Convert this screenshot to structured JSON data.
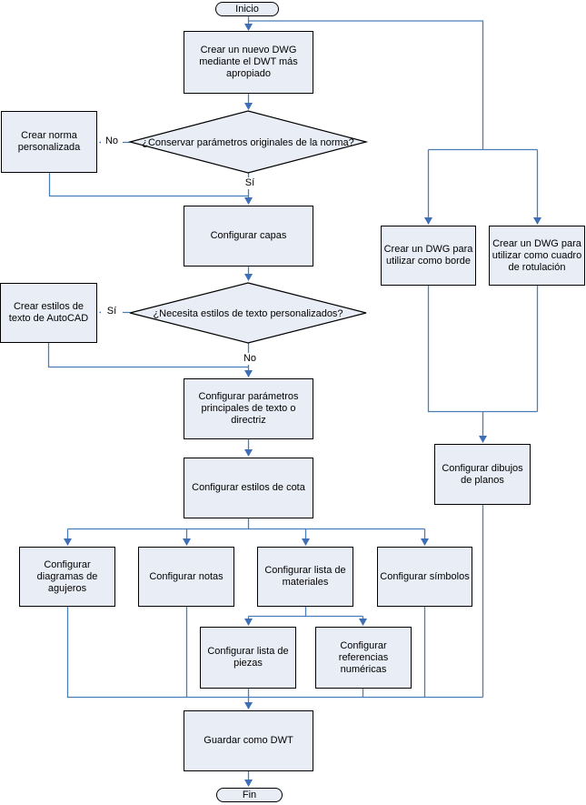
{
  "colors": {
    "node_fill": "#E9EDF6",
    "node_border": "#000000",
    "edge": "#4A7EBB",
    "edge_arrow": "#3D6EB6",
    "background": "#FFFFFF"
  },
  "flowchart": {
    "start": "Inicio",
    "end": "Fin",
    "nodes": {
      "create_dwg": "Crear un nuevo DWG mediante el DWT más apropiado",
      "crear_norma": "Crear norma personalizada",
      "capas": "Configurar capas",
      "crear_estilos": "Crear estilos de texto de AutoCAD",
      "parametros": "Configurar parámetros principales de texto o directriz",
      "cota": "Configurar estilos de cota",
      "diagramas": "Configurar diagramas de agujeros",
      "notas": "Configurar notas",
      "materiales": "Configurar lista de materiales",
      "simbolos": "Configurar símbolos",
      "piezas": "Configurar lista de piezas",
      "referencias": "Configurar referencias numéricas",
      "guardar": "Guardar como DWT",
      "borde": "Crear un DWG para utilizar como borde",
      "rotulacion": "Crear un DWG para utilizar como cuadro de rotulación",
      "dibujos": "Configurar dibujos de planos"
    },
    "decisions": {
      "conservar": "¿Conservar parámetros originales de la norma?",
      "necesita": "¿Necesita estilos de texto personalizados?"
    },
    "edge_labels": {
      "no_conservar": "No",
      "si_conservar": "Sí",
      "si_necesita": "Sí",
      "no_necesita": "No"
    }
  }
}
